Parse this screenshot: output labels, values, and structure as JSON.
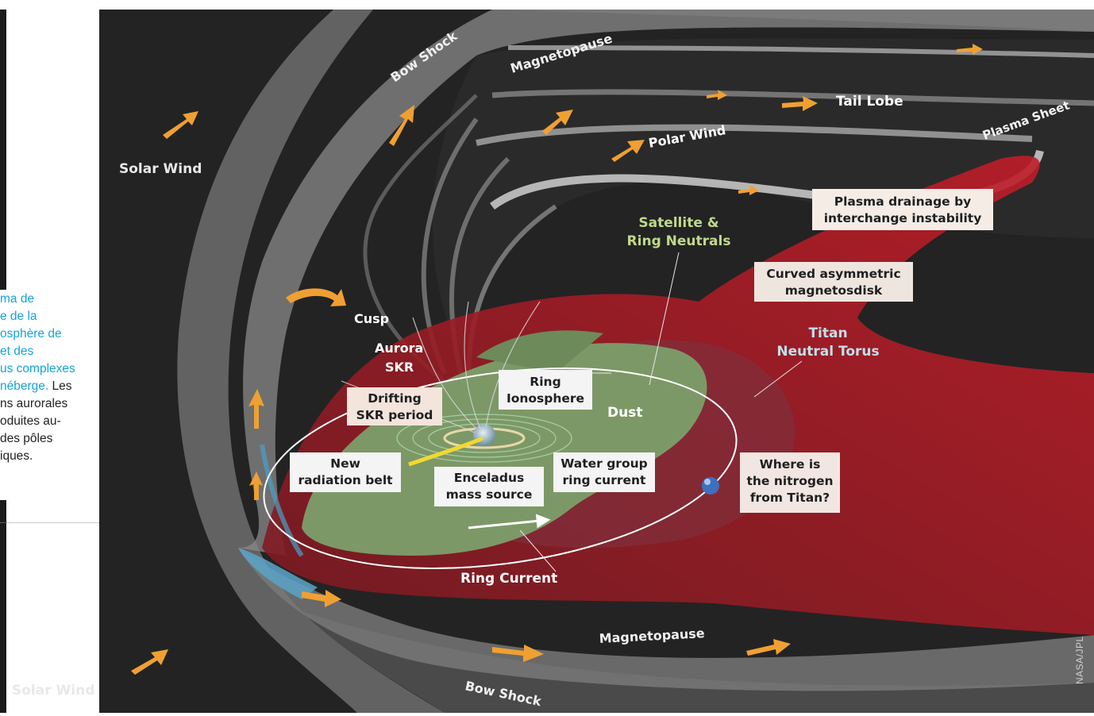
{
  "caption": {
    "line1": "ma de",
    "line2": "e de la",
    "line3": "osphère de",
    "line4": " et des",
    "line5": "us complexes",
    "line6_cyan": "néberge.",
    "line6_dark": " Les",
    "line7": "ns aurorales",
    "line8": "oduites au-",
    "line9": "des pôles",
    "line10": "iques."
  },
  "labels": {
    "solar_wind_top": "Solar Wind",
    "solar_wind_bottom": "Solar Wind",
    "bow_shock_top": "Bow Shock",
    "bow_shock_bottom": "Bow Shock",
    "magnetopause_top": "Magnetopause",
    "magnetopause_bottom": "Magnetopause",
    "tail_lobe": "Tail Lobe",
    "polar_wind": "Polar Wind",
    "plasma_sheet": "Plasma Sheet",
    "cusp": "Cusp",
    "aurora": "Aurora",
    "skr": "SKR",
    "satellite_ring_neutrals_1": "Satellite &",
    "satellite_ring_neutrals_2": "Ring Neutrals",
    "titan_torus_1": "Titan",
    "titan_torus_2": "Neutral Torus",
    "dust": "Dust",
    "ring_current": "Ring Current"
  },
  "boxes": {
    "plasma_drainage_1": "Plasma drainage by",
    "plasma_drainage_2": "interchange instability",
    "curved_disk_1": "Curved asymmetric",
    "curved_disk_2": "magnetosdisk",
    "drifting_1": "Drifting",
    "drifting_2": "SKR period",
    "ring_iono_1": "Ring",
    "ring_iono_2": "Ionosphere",
    "new_belt_1": "New",
    "new_belt_2": "radiation belt",
    "enceladus_1": "Enceladus",
    "enceladus_2": "mass source",
    "water_group_1": "Water group",
    "water_group_2": "ring current",
    "nitrogen_1": "Where is",
    "nitrogen_2": "the nitrogen",
    "nitrogen_3": "from Titan?"
  },
  "credit": "NASA/JPL",
  "colors": {
    "background": "#232323",
    "disk_green": "#7d9867",
    "torus_red": "#9e1f27",
    "label_green": "#bfd98a",
    "label_cyan": "#bfe0ea",
    "arrow_orange": "#f0a032",
    "caption_cyan": "#16a3d6"
  }
}
